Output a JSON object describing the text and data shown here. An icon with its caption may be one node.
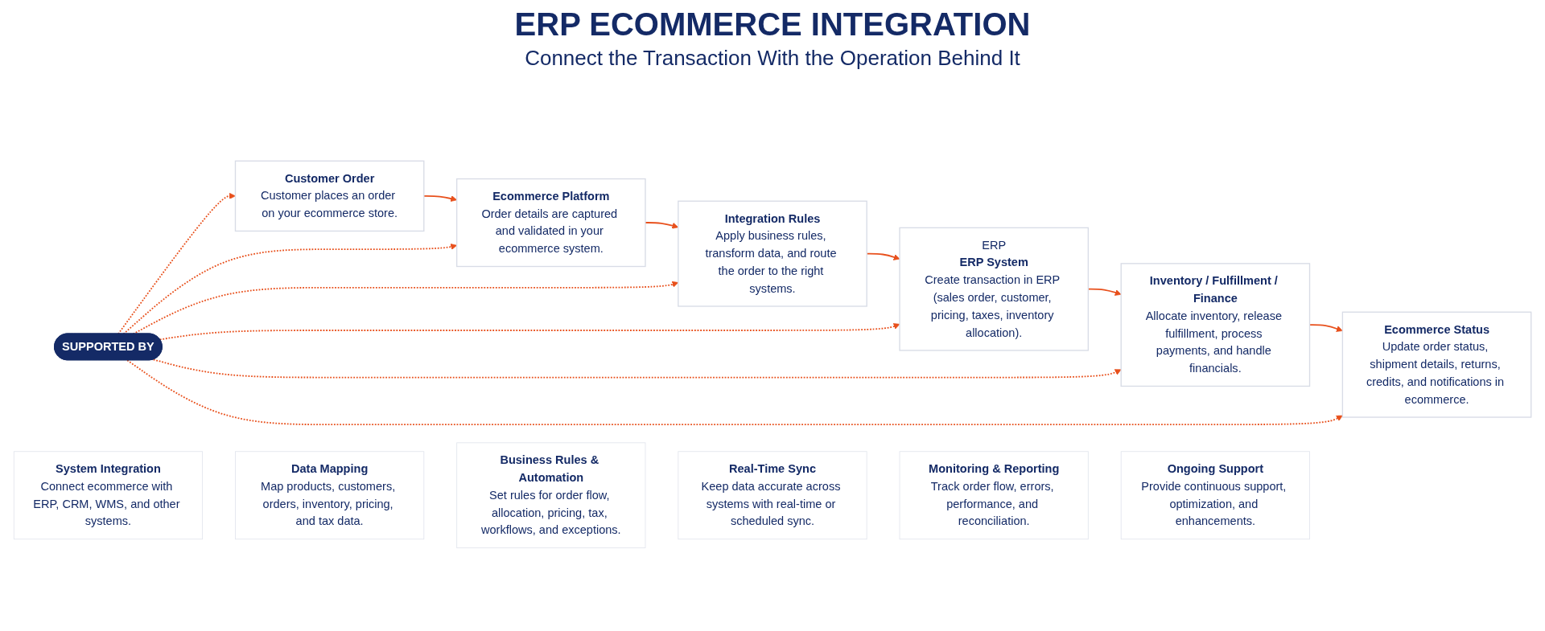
{
  "diagram": {
    "title": "ERP ECOMMERCE INTEGRATION",
    "caption": "Connect the Transaction With the Operation Behind It",
    "nodes": [
      {
        "text": [
          "Customer Order",
          "Customer places an order on your ecommerce store."
        ]
      },
      {
        "text": [
          "Ecommerce Platform",
          "Order details are captured and validated in your ecommerce system."
        ]
      },
      {
        "text": [
          "Integration Rules",
          "Apply business rules, transform data, and route the order to the right systems."
        ]
      },
      {
        "text": [
          "ERP",
          "ERP System",
          "Create transaction in ERP (sales order, customer, pricing, taxes, inventory allocation)."
        ]
      },
      {
        "text": [
          "Inventory / Fulfillment / Finance",
          "Allocate inventory, release fulfillment, process payments, and handle financials."
        ]
      },
      {
        "text": [
          "Ecommerce Status",
          "Update order status, shipment details, returns, credits, and notifications in ecommerce."
        ]
      },
      {
        "text": [
          "SUPPORTED BY"
        ]
      },
      {
        "text": [
          "System Integration",
          "Connect ecommerce with ERP, CRM, WMS, and other systems."
        ]
      },
      {
        "text": [
          "Data Mapping",
          "Map products, customers, orders, inventory, pricing, and tax data."
        ]
      },
      {
        "text": [
          "Business Rules & Automation",
          "Set rules for order flow, allocation, pricing, tax, workflows, and exceptions."
        ]
      },
      {
        "text": [
          "Real-Time Sync",
          "Keep data accurate across systems with real-time or scheduled sync."
        ]
      },
      {
        "text": [
          "Monitoring & Reporting",
          "Track order flow, errors, performance, and reconciliation."
        ]
      },
      {
        "text": [
          "Ongoing Support",
          "Provide continuous support, optimization, and enhancements."
        ]
      }
    ],
    "edges": [
      {
        "from": 0,
        "to": 1,
        "arrow": "to"
      },
      {
        "from": 1,
        "to": 2,
        "arrow": "to"
      },
      {
        "from": 2,
        "to": 3,
        "arrow": "to"
      },
      {
        "from": 3,
        "to": 4,
        "arrow": "to"
      },
      {
        "from": 4,
        "to": 5,
        "arrow": "to"
      },
      {
        "from": 6,
        "to": 0,
        "arrow": "to",
        "style": "dashed"
      },
      {
        "from": 6,
        "to": 1,
        "arrow": "to",
        "style": "dashed"
      },
      {
        "from": 6,
        "to": 2,
        "arrow": "to",
        "style": "dashed"
      },
      {
        "from": 6,
        "to": 3,
        "arrow": "to",
        "style": "dashed"
      },
      {
        "from": 6,
        "to": 4,
        "arrow": "to",
        "style": "dashed"
      },
      {
        "from": 6,
        "to": 5,
        "arrow": "to",
        "style": "dashed"
      }
    ]
  }
}
